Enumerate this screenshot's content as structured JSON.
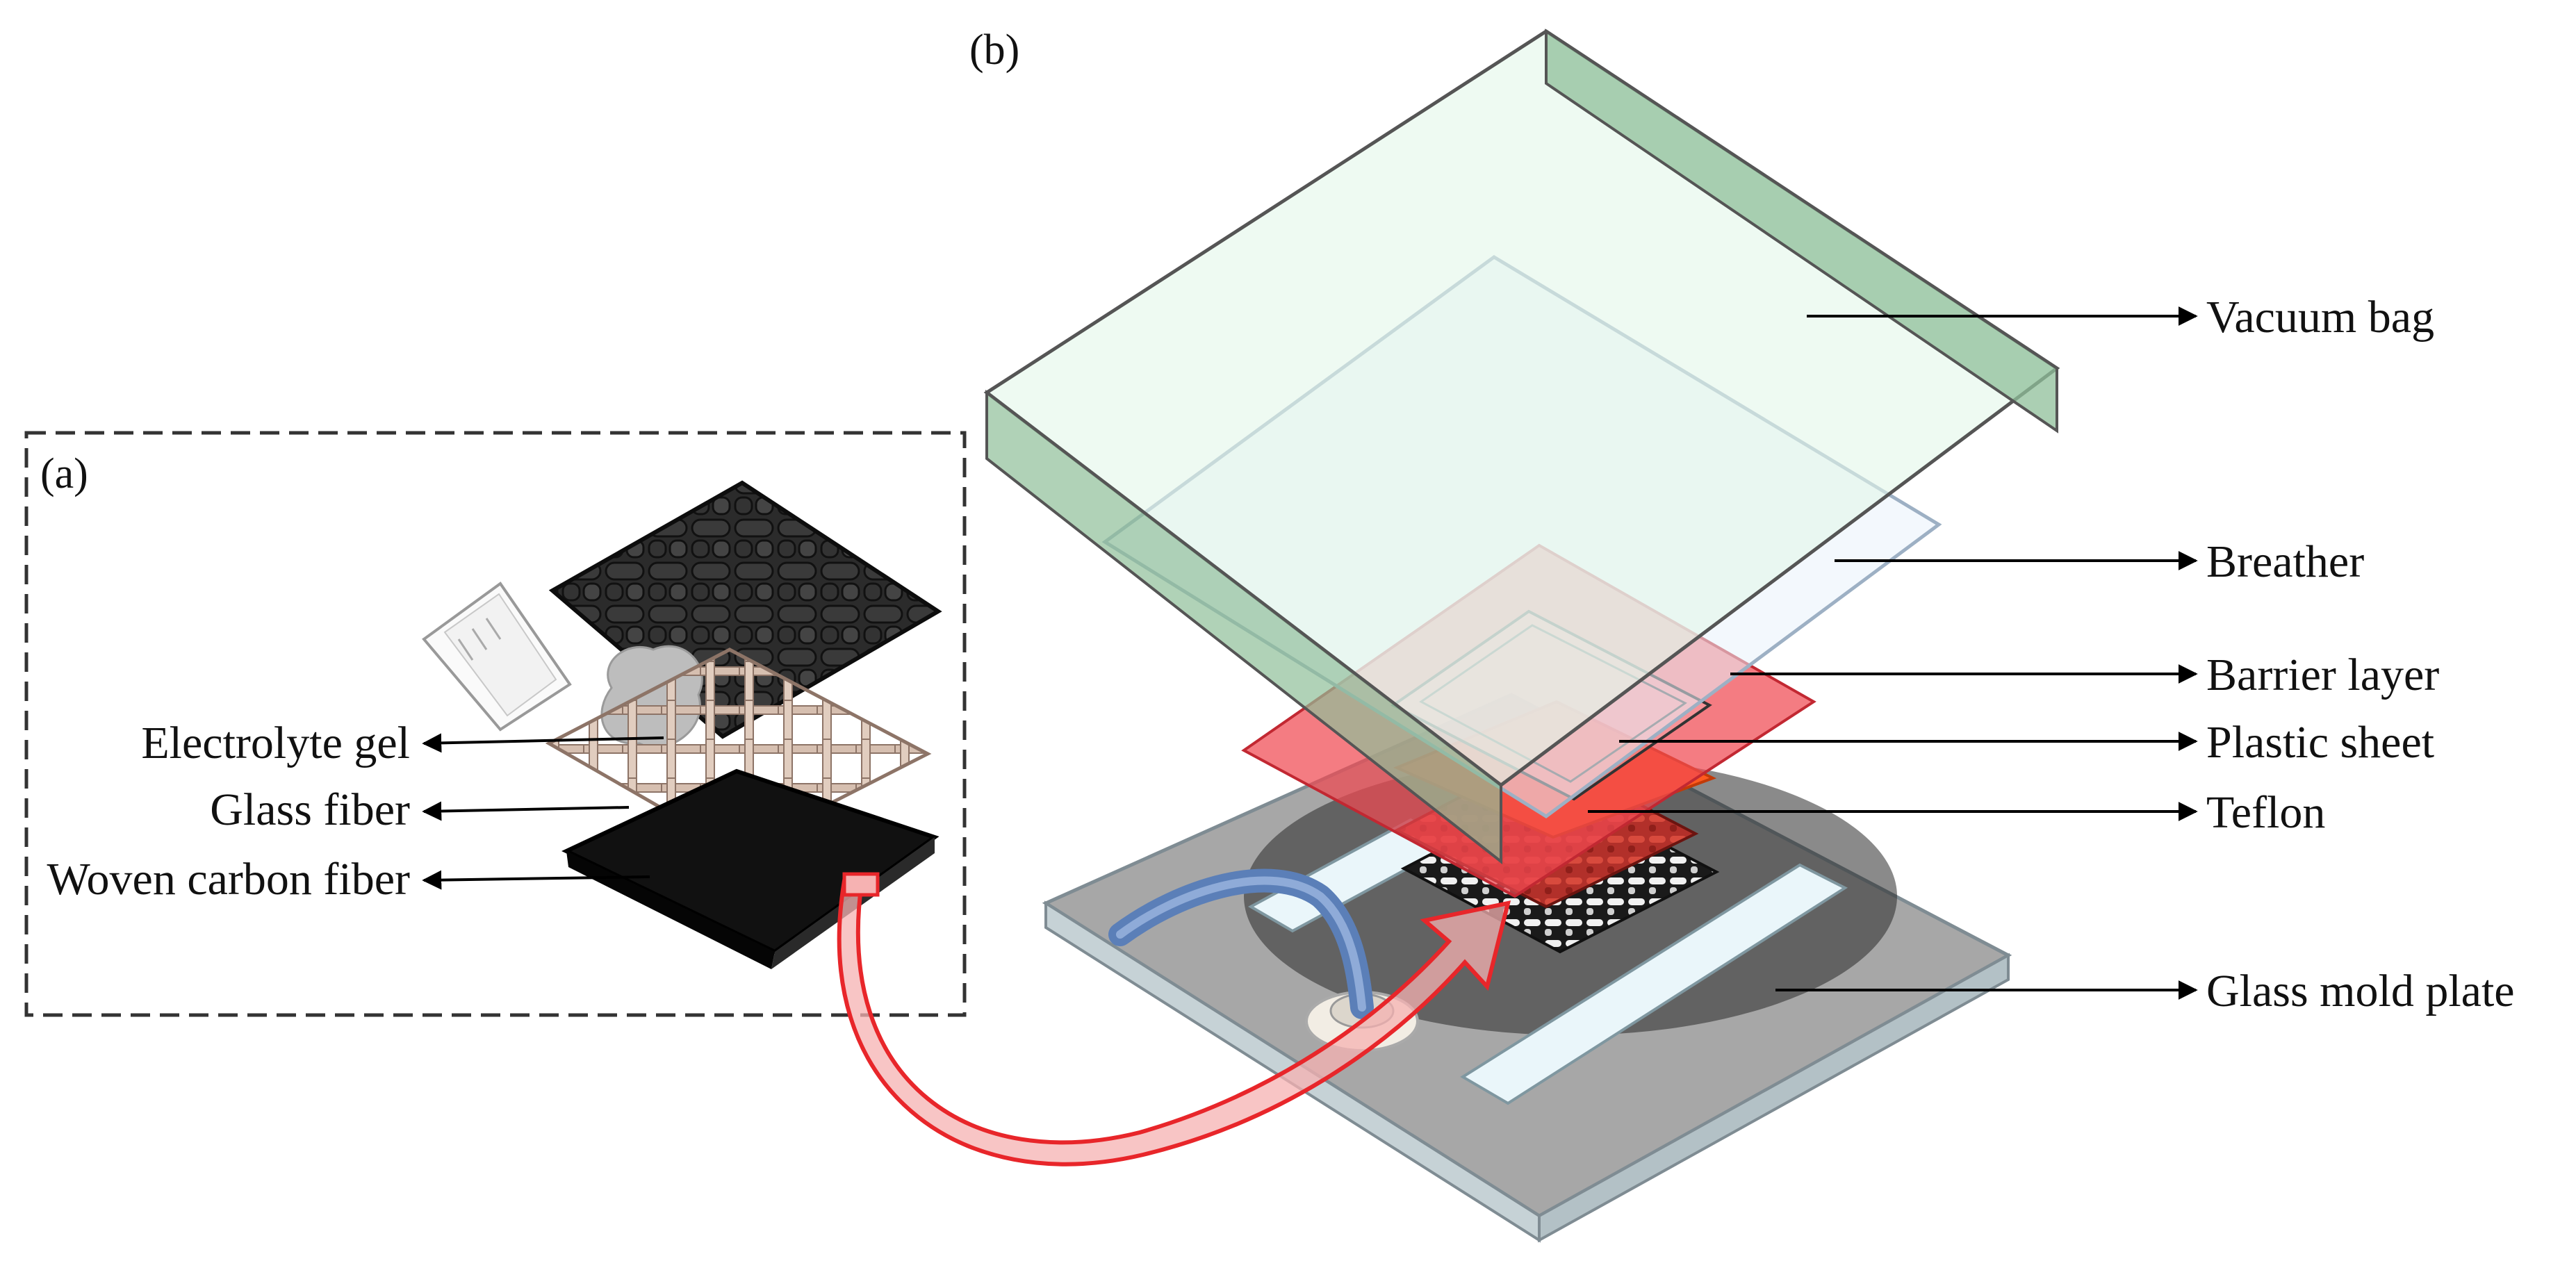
{
  "panel_a": {
    "tag": "(a)",
    "labels": {
      "electrolyte_gel": "Electrolyte gel",
      "glass_fiber": "Glass fiber",
      "woven_carbon_fiber": "Woven carbon fiber"
    }
  },
  "panel_b": {
    "tag": "(b)",
    "labels": {
      "vacuum_bag": "Vacuum bag",
      "breather": "Breather",
      "barrier_layer": "Barrier layer",
      "plastic_sheet": "Plastic sheet",
      "teflon": "Teflon",
      "glass_mold_plate": "Glass mold plate"
    }
  },
  "colors": {
    "vacuum_bag": "#e3f7ea",
    "vacuum_bag_side": "#8fbf99",
    "breather": "#eaf3fb",
    "barrier_layer": "#f04a52",
    "teflon": "#ff5a1f",
    "carbon": "#1c1c1c",
    "glass_fiber": "#d9c4b6",
    "mold_plate": "#a9a9a9",
    "arrow": "#e8262a"
  }
}
